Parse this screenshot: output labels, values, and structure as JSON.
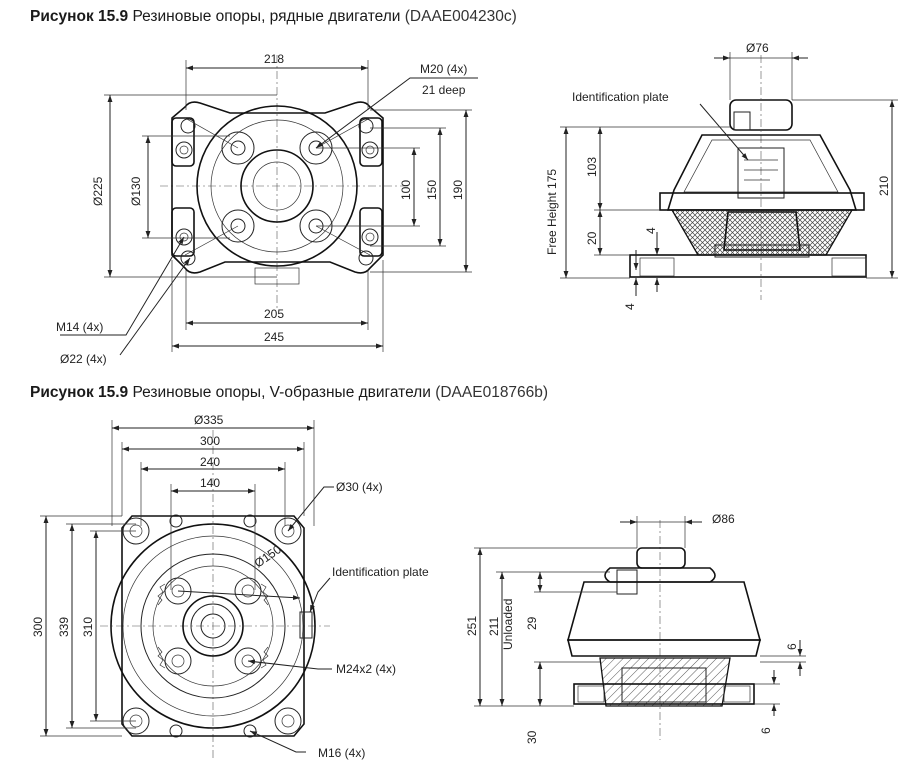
{
  "figure1": {
    "title_bold": "Рисунок 15.9",
    "title_text": "Резиновые опоры, рядные двигатели",
    "code": "(DAAE004230c)",
    "top_view": {
      "dims": {
        "d218": "218",
        "m20": "M20 (4x)",
        "deep": "21 deep",
        "d225": "Ø225",
        "d130": "Ø130",
        "d100": "100",
        "d150": "150",
        "d190": "190",
        "d205": "205",
        "d245": "245",
        "m14": "M14 (4x)",
        "d22": "Ø22 (4x)"
      }
    },
    "side_view": {
      "dims": {
        "d76": "Ø76",
        "id_plate": "Identification plate",
        "free_height": "Free Height 175",
        "d103": "103",
        "d20": "20",
        "d4a": "4",
        "d4b": "4",
        "d210": "210"
      }
    }
  },
  "figure2": {
    "title_bold": "Рисунок 15.9",
    "title_text": "Резиновые опоры, V-образные двигатели",
    "code": "(DAAE018766b)",
    "top_view": {
      "dims": {
        "d335": "Ø335",
        "d300h": "300",
        "d240": "240",
        "d140": "140",
        "d30": "Ø30 (4x)",
        "d150": "Ø150",
        "id_plate": "Identification plate",
        "d300v": "300",
        "d339": "339",
        "d310": "310",
        "m24": "M24x2 (4x)",
        "m16": "M16 (4x)"
      }
    },
    "side_view": {
      "dims": {
        "d86": "Ø86",
        "d251": "251",
        "d211": "211",
        "unloaded": "Unloaded",
        "d29": "29",
        "d30": "30",
        "d6a": "6",
        "d6b": "6"
      }
    }
  }
}
